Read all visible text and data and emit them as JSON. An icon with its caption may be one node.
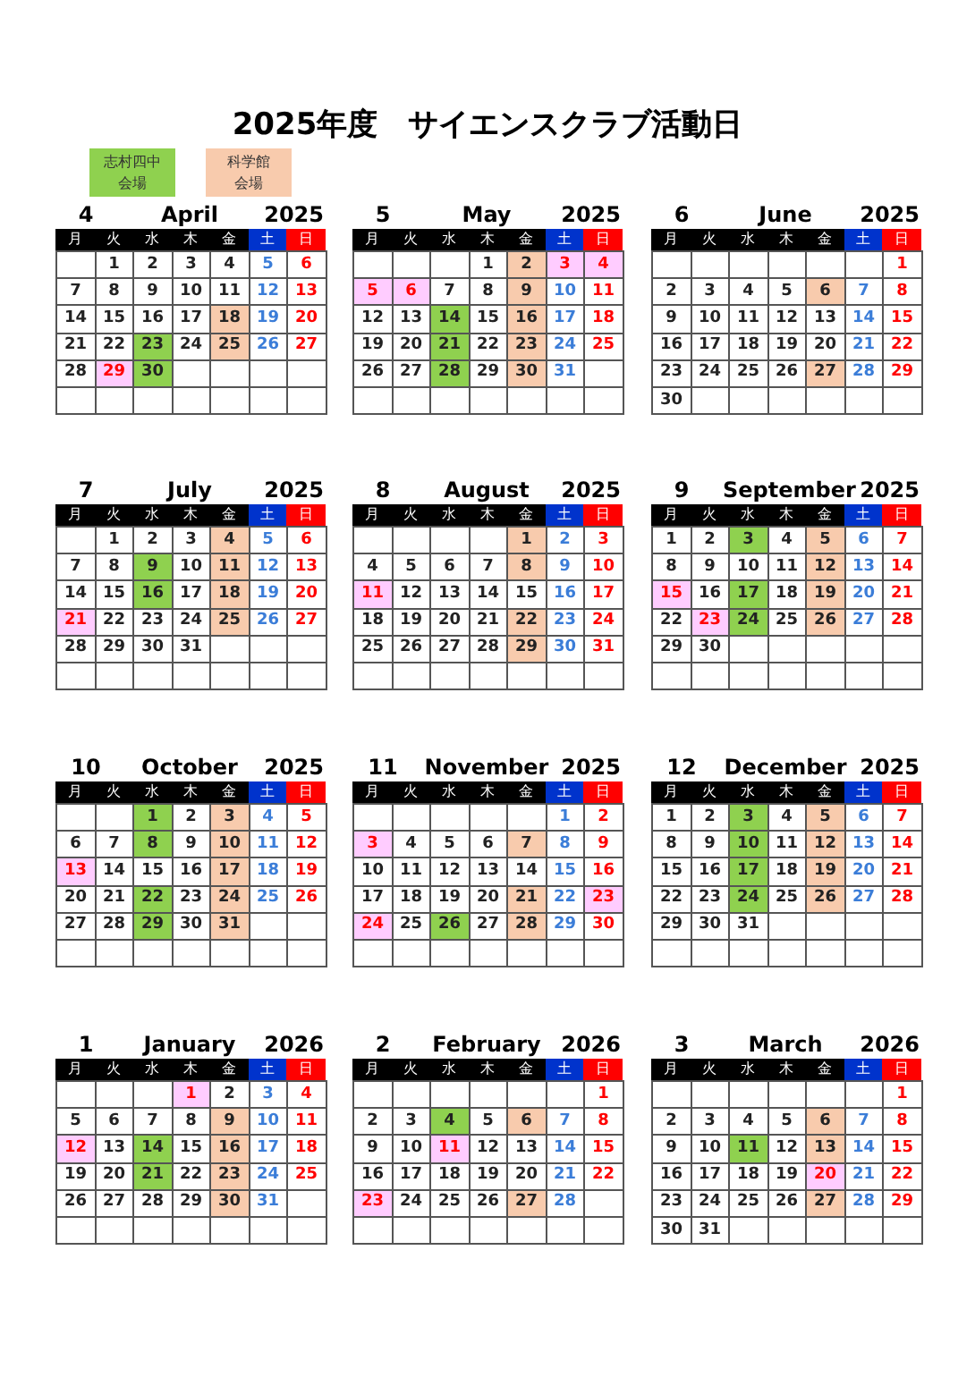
{
  "diagram": {
    "title": "2025年度　サイエンスクラブ活動日",
    "labels": [
      "4",
      "April",
      "2025",
      "月",
      "火",
      "水",
      "木",
      "金",
      "土",
      "日",
      "1",
      "2",
      "3",
      "4",
      "5",
      "6",
      "7",
      "8",
      "9",
      "10",
      "11",
      "12",
      "13",
      "14",
      "15",
      "16",
      "17",
      "18",
      "19",
      "20",
      "21",
      "22",
      "23",
      "24",
      "25",
      "26",
      "27",
      "28",
      "29",
      "30",
      "5",
      "May",
      "2025",
      "月",
      "火",
      "水",
      "木",
      "金",
      "土",
      "日",
      "1",
      "2",
      "3",
      "4",
      "5",
      "6",
      "7",
      "8",
      "9",
      "10",
      "11",
      "12",
      "13",
      "14",
      "15",
      "16",
      "17",
      "18",
      "19",
      "20",
      "21",
      "22",
      "23",
      "24",
      "25",
      "26",
      "27",
      "28",
      "29",
      "30",
      "31",
      "6",
      "June",
      "2025",
      "月",
      "火",
      "水",
      "木",
      "金",
      "土",
      "日",
      "1",
      "2",
      "3",
      "4",
      "5",
      "6",
      "7",
      "8",
      "9",
      "10",
      "11",
      "12",
      "13",
      "14",
      "15",
      "16",
      "17",
      "18",
      "19",
      "20",
      "21",
      "22",
      "23",
      "24",
      "25",
      "26",
      "27",
      "28",
      "29",
      "30",
      "7",
      "July",
      "2025",
      "月",
      "火",
      "水",
      "木",
      "金",
      "土",
      "日",
      "1",
      "2",
      "3",
      "4",
      "5",
      "6",
      "7",
      "8",
      "9",
      "10",
      "11",
      "12",
      "13",
      "14",
      "15",
      "16",
      "17",
      "18",
      "19",
      "20",
      "21",
      "22",
      "23",
      "24",
      "25",
      "26",
      "27",
      "28",
      "29",
      "30",
      "31",
      "8",
      "August",
      "2025",
      "月",
      "火",
      "水",
      "木",
      "金",
      "土",
      "日",
      "1",
      "2",
      "3",
      "4",
      "5",
      "6",
      "7",
      "8",
      "9",
      "10",
      "11",
      "12",
      "13",
      "14",
      "15",
      "16",
      "17",
      "18",
      "19",
      "20",
      "21",
      "22",
      "23",
      "24",
      "25",
      "26",
      "27",
      "28",
      "29",
      "30",
      "31",
      "9",
      "September",
      "2025",
      "月",
      "火",
      "水",
      "木",
      "金",
      "土",
      "日",
      "1",
      "2",
      "3",
      "4",
      "5",
      "6",
      "7",
      "8",
      "9",
      "10",
      "11",
      "12",
      "13",
      "14",
      "15",
      "16",
      "17",
      "18",
      "19",
      "20",
      "21",
      "22",
      "23",
      "24",
      "25",
      "26",
      "27",
      "28",
      "29",
      "30",
      "10",
      "October",
      "2025",
      "月",
      "火",
      "水",
      "木",
      "金",
      "土",
      "日",
      "1",
      "2",
      "3",
      "4",
      "5",
      "6",
      "7",
      "8",
      "9",
      "10",
      "11",
      "12",
      "13",
      "14",
      "15",
      "16",
      "17",
      "18",
      "19",
      "20",
      "21",
      "22",
      "23",
      "24",
      "25",
      "26",
      "27",
      "28",
      "29",
      "30",
      "31",
      "11",
      "November",
      "2025",
      "月",
      "火",
      "水",
      "木",
      "金",
      "土",
      "日",
      "1",
      "2",
      "3",
      "4",
      "5",
      "6",
      "7",
      "8",
      "9",
      "10",
      "11",
      "12",
      "13",
      "14",
      "15",
      "16",
      "17",
      "18",
      "19",
      "20",
      "21",
      "22",
      "23",
      "24",
      "25",
      "26",
      "27",
      "28",
      "29",
      "30",
      "12",
      "December",
      "2025",
      "月",
      "火",
      "水",
      "木",
      "金",
      "土",
      "日",
      "1",
      "2",
      "3",
      "4",
      "5",
      "6",
      "7",
      "8",
      "9",
      "10",
      "11",
      "12",
      "13",
      "14",
      "15",
      "16",
      "17",
      "18",
      "19",
      "20",
      "21",
      "22",
      "23",
      "24",
      "25",
      "26",
      "27",
      "28",
      "29",
      "30",
      "31",
      "1",
      "January",
      "2026",
      "月",
      "火",
      "水",
      "木",
      "金",
      "土",
      "日",
      "1",
      "2",
      "3",
      "4",
      "5",
      "6",
      "7",
      "8",
      "9",
      "10",
      "11",
      "12",
      "13",
      "14",
      "15",
      "16",
      "17",
      "18",
      "19",
      "20",
      "21",
      "22",
      "23",
      "24",
      "25",
      "26",
      "27",
      "28",
      "29",
      "30",
      "31",
      "2",
      "February",
      "2026",
      "月",
      "火",
      "水",
      "木",
      "金",
      "土",
      "日",
      "1",
      "2",
      "3",
      "4",
      "5",
      "6",
      "7",
      "8",
      "9",
      "10",
      "11",
      "12",
      "13",
      "14",
      "15",
      "16",
      "17",
      "18",
      "19",
      "20",
      "21",
      "22",
      "23",
      "24",
      "25",
      "26",
      "27",
      "28",
      "3",
      "March",
      "2026",
      "月",
      "火",
      "水",
      "木",
      "金",
      "土",
      "日",
      "1",
      "2",
      "3",
      "4",
      "5",
      "6",
      "7",
      "8",
      "9",
      "10",
      "11",
      "12",
      "13",
      "14",
      "15",
      "16",
      "17",
      "18",
      "19",
      "20",
      "21",
      "22",
      "23",
      "24",
      "25",
      "26",
      "27",
      "28",
      "29",
      "30",
      "31"
    ],
    "legend": [
      {
        "text": "志村四中会場",
        "color": "#8fd14f"
      },
      {
        "text": "科学館会場",
        "color": "#f8cbad"
      }
    ]
  }
}
